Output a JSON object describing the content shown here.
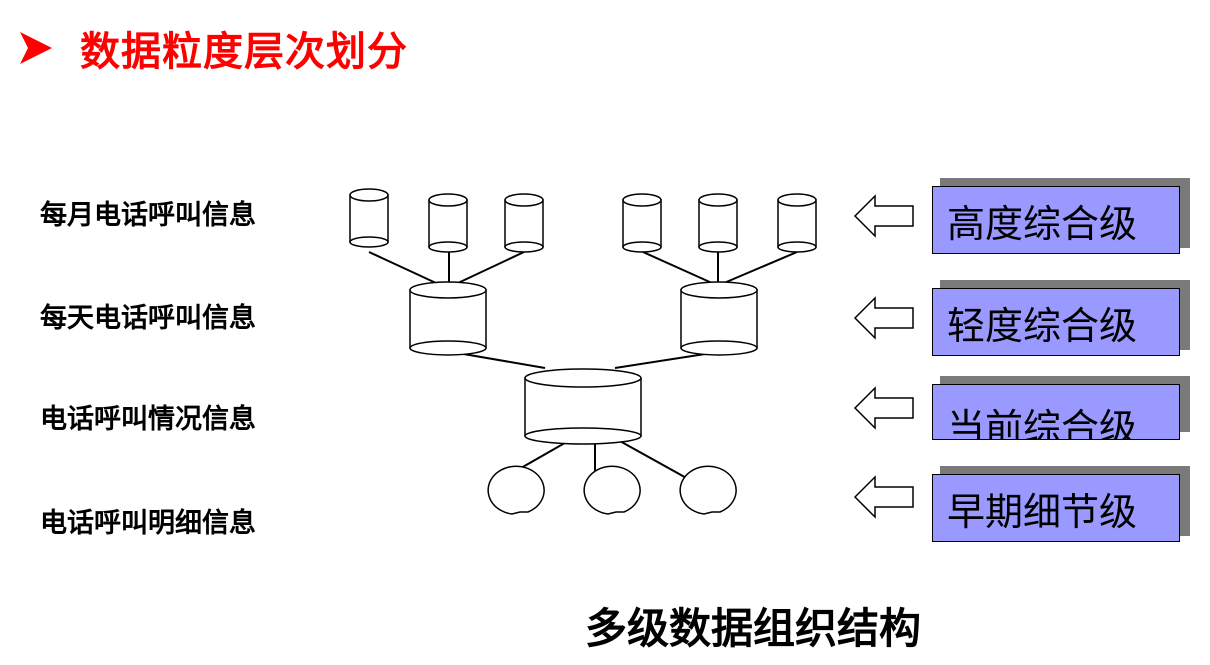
{
  "title": "数据粒度层次划分",
  "row_labels": [
    "每月电话呼叫信息",
    "每天电话呼叫信息",
    "电话呼叫情况信息",
    "电话呼叫明细信息"
  ],
  "level_labels": [
    "高度综合级",
    "轻度综合级",
    "当前综合级",
    "早期细节级"
  ],
  "caption": "多级数据组织结构",
  "colors": {
    "title": "#ff0000",
    "level_box": "#9999ff",
    "level_shadow": "#7a7a7a"
  }
}
